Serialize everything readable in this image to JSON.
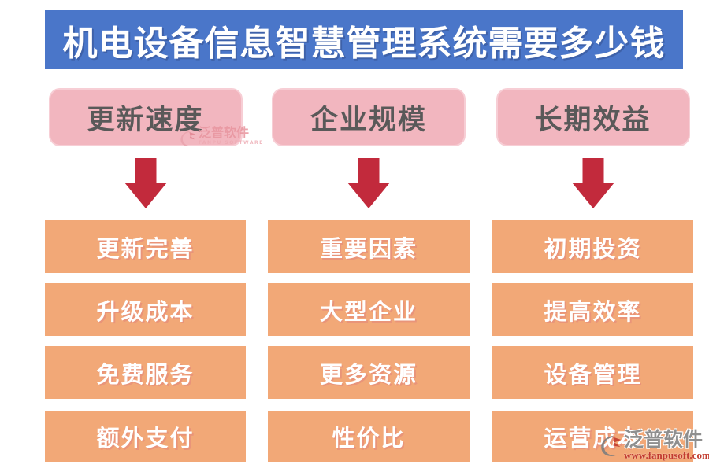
{
  "banner": {
    "title": "机电设备信息智慧管理系统需要多少钱"
  },
  "columns": [
    {
      "header": "更新速度",
      "items": [
        "更新完善",
        "升级成本",
        "免费服务",
        "额外支付"
      ]
    },
    {
      "header": "企业规模",
      "items": [
        "重要因素",
        "大型企业",
        "更多资源",
        "性价比"
      ]
    },
    {
      "header": "长期效益",
      "items": [
        "初期投资",
        "提高效率",
        "设备管理",
        "运营成本"
      ]
    }
  ],
  "watermarks": {
    "inline": {
      "name": "泛普软件",
      "subtitle": "FANPU SOFTWARE"
    },
    "corner": {
      "name": "泛普软件",
      "url": "www.fanpusoft.com"
    }
  },
  "colors": {
    "banner_bg": "#4A76C9",
    "pink_box": "#F2B6BF",
    "pink_box_border": "#F7CED5",
    "header_text": "#595959",
    "arrow_red": "#C22A3C",
    "orange_box": "#F2A877",
    "item_text": "#FFFFFF",
    "watermark_url_red": "#C23B2E"
  }
}
